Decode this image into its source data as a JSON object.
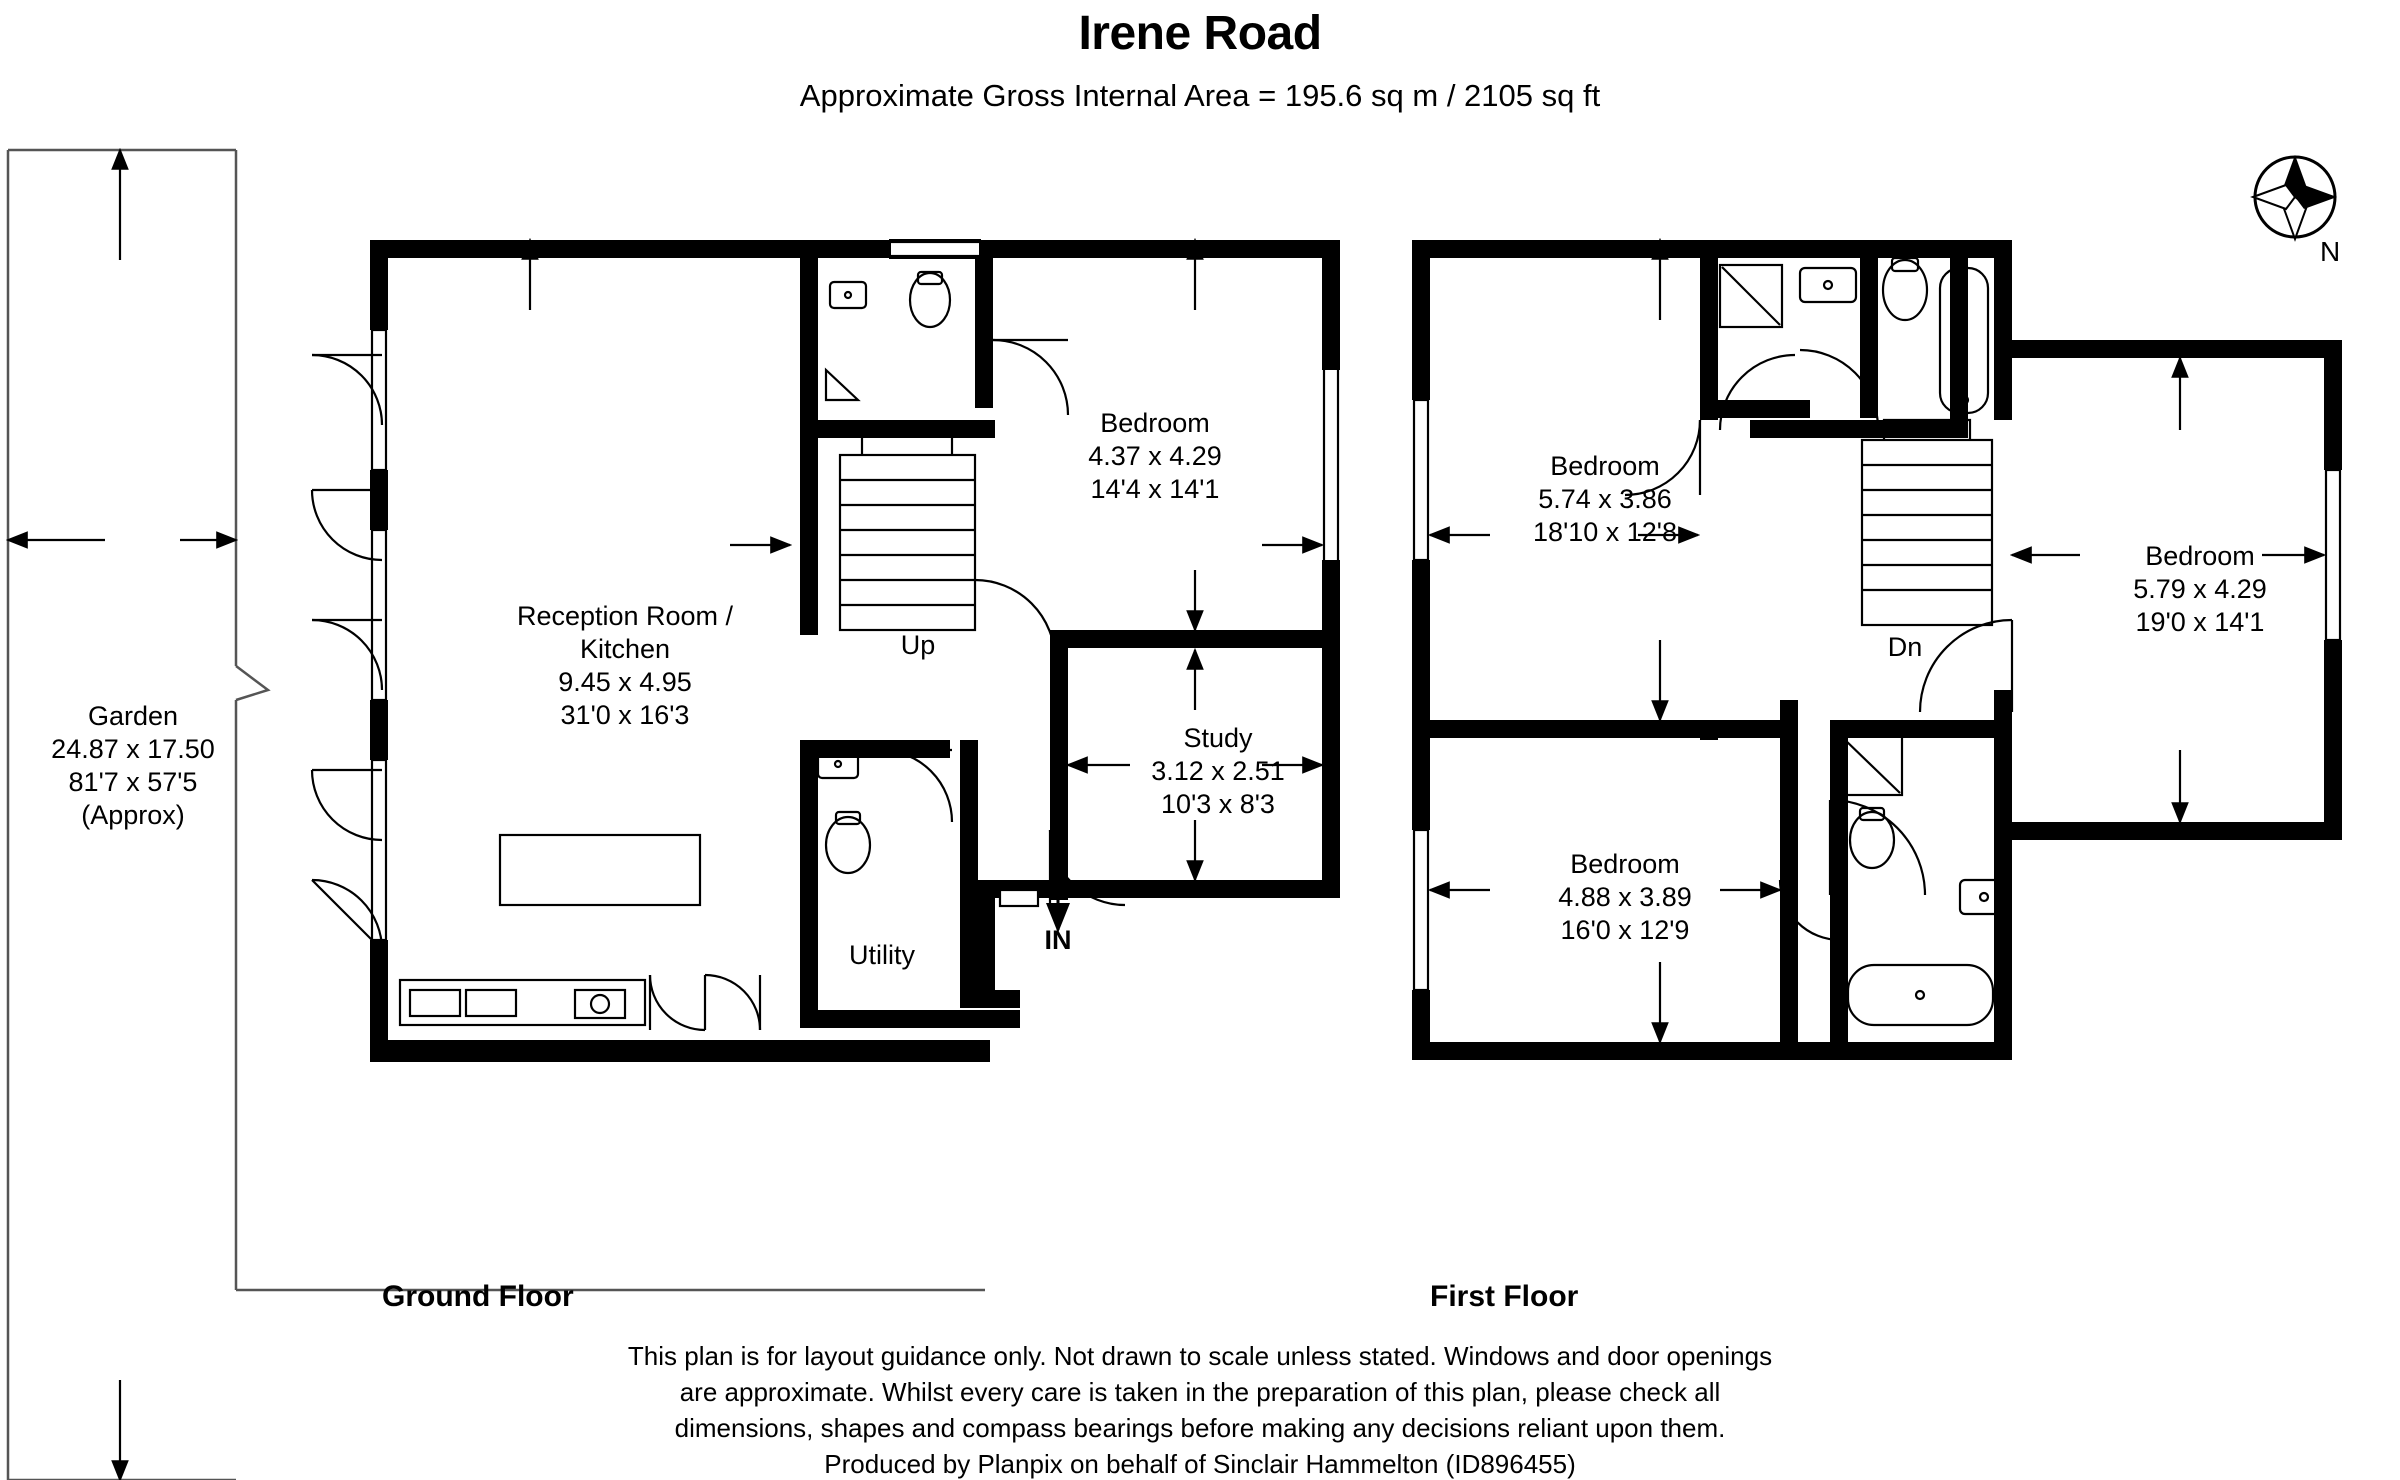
{
  "header": {
    "title": "Irene Road",
    "subtitle": "Approximate Gross Internal Area = 195.6 sq m / 2105 sq ft"
  },
  "floors": [
    {
      "key": "ground",
      "caption": "Ground Floor"
    },
    {
      "key": "first",
      "caption": "First Floor"
    }
  ],
  "compass": {
    "letter": "N",
    "icon": "compass-rose-icon"
  },
  "ground_floor": {
    "garden": {
      "name": "Garden",
      "metric": "24.87 x 17.50",
      "imperial": "81'7 x 57'5",
      "note": "(Approx)"
    },
    "reception_kitchen": {
      "name_line1": "Reception Room /",
      "name_line2": "Kitchen",
      "metric": "9.45 x 4.95",
      "imperial": "31'0 x 16'3"
    },
    "bedroom": {
      "name": "Bedroom",
      "metric": "4.37 x 4.29",
      "imperial": "14'4 x 14'1"
    },
    "study": {
      "name": "Study",
      "metric": "3.12 x 2.51",
      "imperial": "10'3 x 8'3"
    },
    "utility": {
      "name": "Utility"
    },
    "stairs_up": {
      "label": "Up"
    },
    "entrance": {
      "label": "IN"
    }
  },
  "first_floor": {
    "bedroom_1": {
      "name": "Bedroom",
      "metric": "5.74 x 3.86",
      "imperial": "18'10 x 12'8"
    },
    "bedroom_2": {
      "name": "Bedroom",
      "metric": "5.79 x 4.29",
      "imperial": "19'0 x 14'1"
    },
    "bedroom_3": {
      "name": "Bedroom",
      "metric": "4.88 x 3.89",
      "imperial": "16'0 x 12'9"
    },
    "stairs_down": {
      "label": "Dn"
    }
  },
  "disclaimer": {
    "line1": "This plan is for layout guidance only. Not drawn to scale unless stated. Windows and door openings",
    "line2": "are approximate. Whilst every care is taken in the preparation of this plan, please check all",
    "line3": "dimensions, shapes and compass bearings before making any decisions reliant upon them.",
    "line4": "Produced by Planpix on behalf of Sinclair Hammelton (ID896455)"
  },
  "colors": {
    "wall": "#000000",
    "line": "#000000",
    "background": "#ffffff",
    "fixture_outline": "#000000"
  }
}
